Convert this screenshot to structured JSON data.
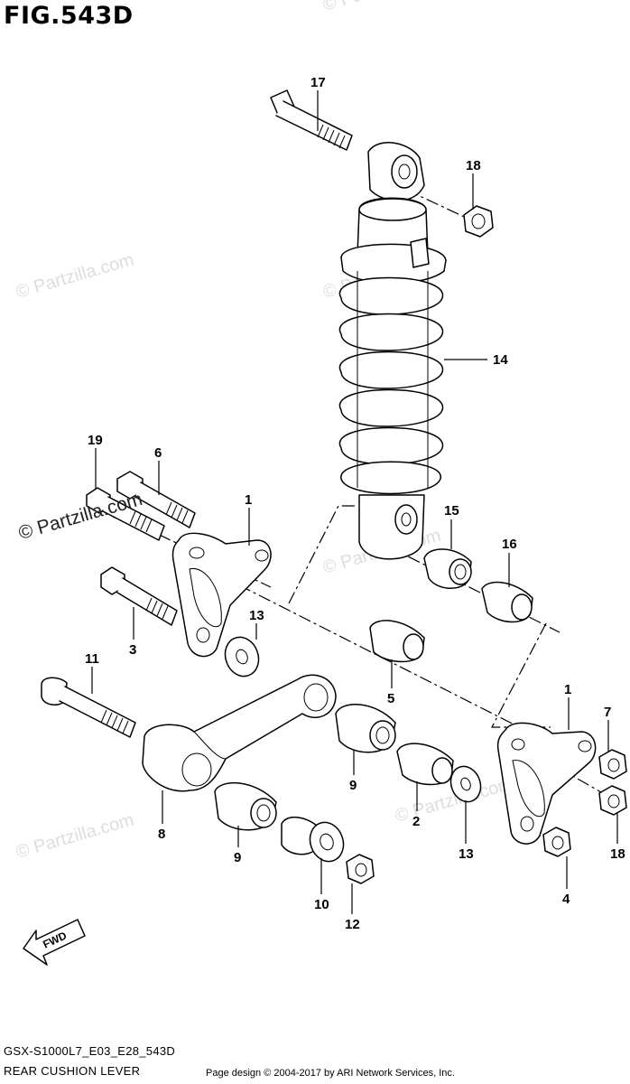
{
  "figure": {
    "title": "FIG.543D",
    "model_code": "GSX-S1000L7_E03_E28_543D",
    "section_name": "REAR CUSHION LEVER",
    "credit": "Page design © 2004-2017 by ARI Network Services, Inc."
  },
  "watermark": {
    "text": "© Partzilla.com"
  },
  "fwd_label": "FWD",
  "callouts": [
    {
      "id": "c17a",
      "label": "17"
    },
    {
      "id": "c18a",
      "label": "18"
    },
    {
      "id": "c14",
      "label": "14"
    },
    {
      "id": "c19",
      "label": "19"
    },
    {
      "id": "c6",
      "label": "6"
    },
    {
      "id": "c1a",
      "label": "1"
    },
    {
      "id": "c15",
      "label": "15"
    },
    {
      "id": "c16",
      "label": "16"
    },
    {
      "id": "c13a",
      "label": "13"
    },
    {
      "id": "c3",
      "label": "3"
    },
    {
      "id": "c5",
      "label": "5"
    },
    {
      "id": "c11",
      "label": "11"
    },
    {
      "id": "c1b",
      "label": "1"
    },
    {
      "id": "c7",
      "label": "7"
    },
    {
      "id": "c9a",
      "label": "9"
    },
    {
      "id": "c2",
      "label": "2"
    },
    {
      "id": "c8",
      "label": "8"
    },
    {
      "id": "c13b",
      "label": "13"
    },
    {
      "id": "c18b",
      "label": "18"
    },
    {
      "id": "c9b",
      "label": "9"
    },
    {
      "id": "c10",
      "label": "10"
    },
    {
      "id": "c12",
      "label": "12"
    },
    {
      "id": "c4",
      "label": "4"
    }
  ]
}
